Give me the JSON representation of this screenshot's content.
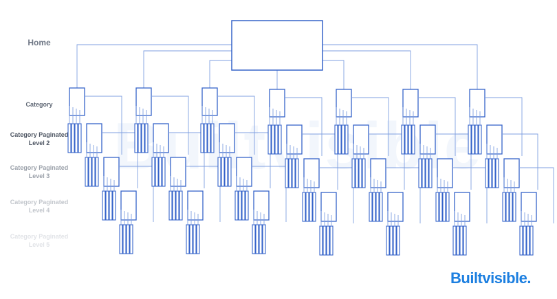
{
  "labels": {
    "home": "Home",
    "category": "Category",
    "paginated_2": "Category Paginated Level 2",
    "paginated_3": "Category Paginated Level 3",
    "paginated_4": "Category Paginated Level 4",
    "paginated_5": "Category Paginated Level 5"
  },
  "label_colors": {
    "home": "#6f7785",
    "category": "#5f6774",
    "paginated_2": "#4d5562",
    "paginated_3": "#9aa0a9",
    "paginated_4": "#c2c6cc",
    "paginated_5": "#e1e3e7"
  },
  "watermark": "Builtvisible.",
  "logo": "Builtvisible.",
  "colors": {
    "box": "#3563c9",
    "line": "#7f9fe0",
    "brand": "#1c7fe0"
  },
  "category_count": 7
}
